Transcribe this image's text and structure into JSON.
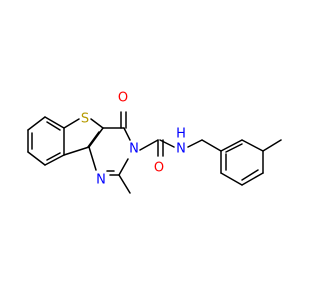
{
  "molecule": {
    "atoms": {
      "sulfur": {
        "label": "S",
        "color": "#b59a00"
      },
      "carbonyl_oxygen_ring": {
        "label": "O",
        "color": "#ff0000"
      },
      "pyrimidine_n3": {
        "label": "N",
        "color": "#0000ff"
      },
      "pyrimidine_n1": {
        "label": "N",
        "color": "#0000ff"
      },
      "amide_oxygen": {
        "label": "O",
        "color": "#ff0000"
      },
      "amide_nitrogen": {
        "label": "N",
        "color": "#0000ff"
      },
      "amide_hydrogen": {
        "label": "H",
        "color": "#0000ff"
      }
    },
    "colors": {
      "bond": "#000000",
      "background": "#ffffff"
    }
  }
}
